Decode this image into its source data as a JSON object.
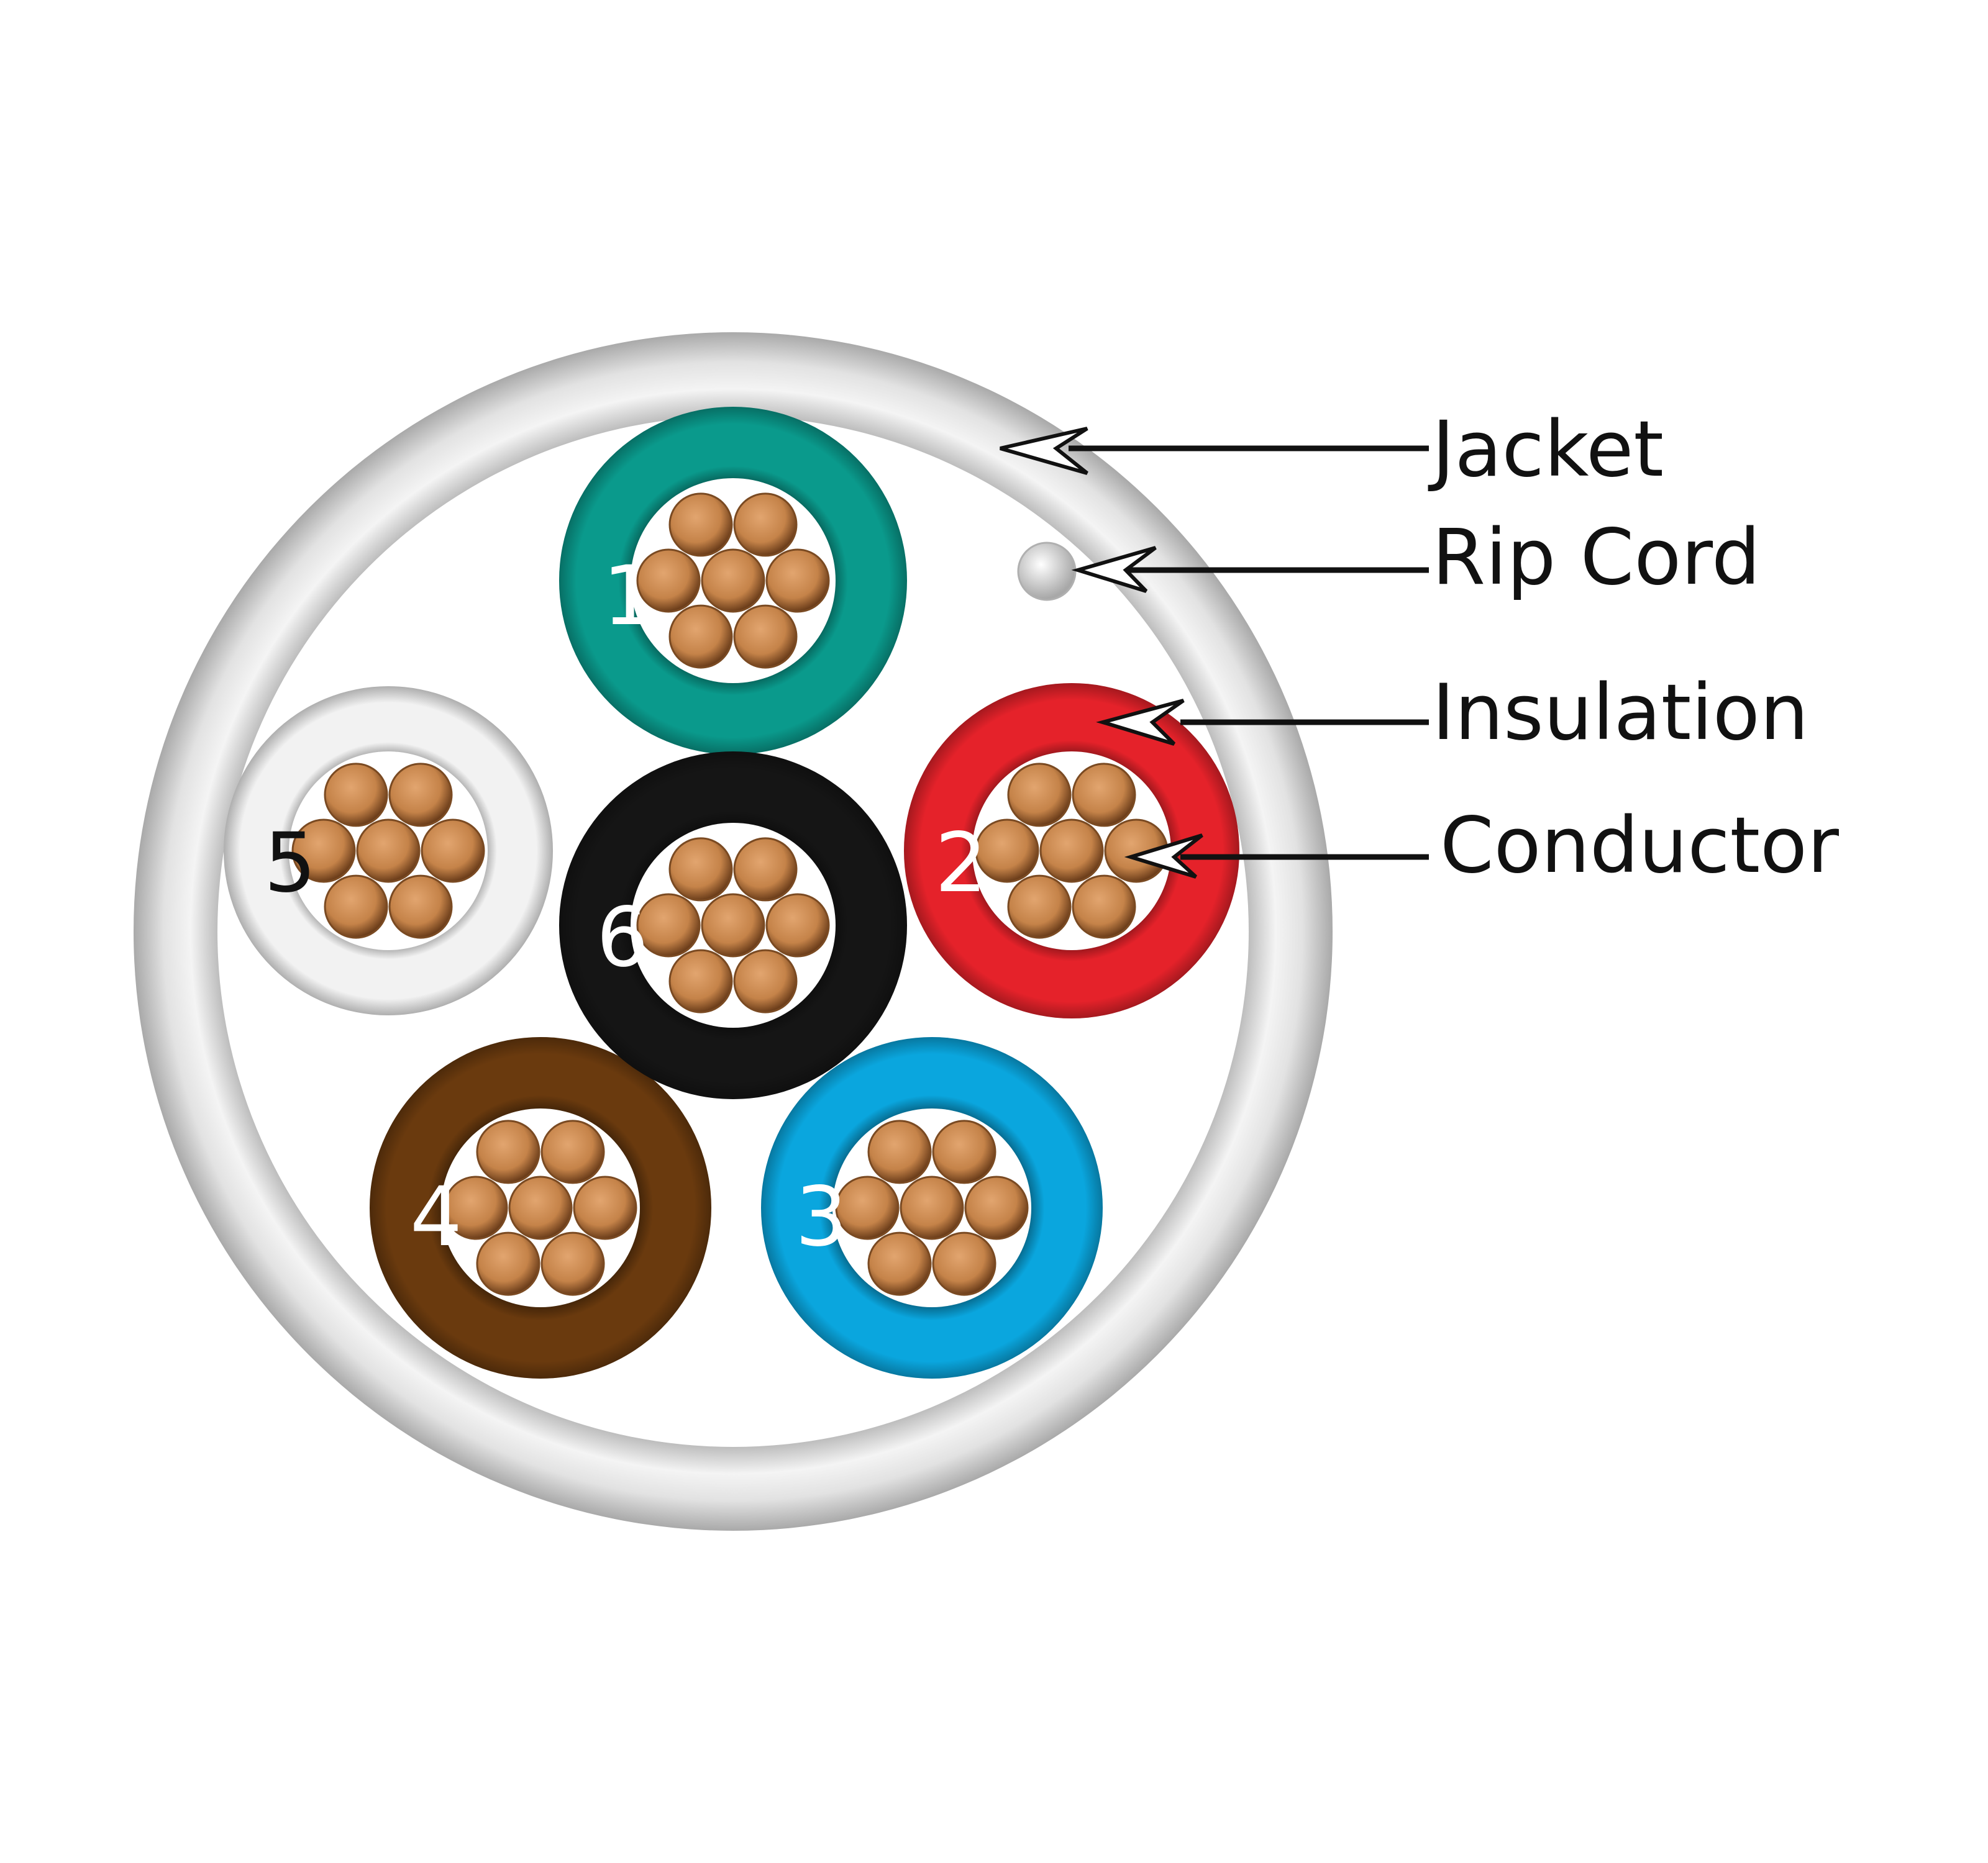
{
  "callouts": {
    "jacket": "Jacket",
    "rip_cord": "Rip Cord",
    "insulation": "Insulation",
    "conductor": "Conductor"
  },
  "wires": [
    {
      "number": "1",
      "color": "#0a9a8c",
      "label_color": "#ffffff"
    },
    {
      "number": "2",
      "color": "#e5222a",
      "label_color": "#ffffff"
    },
    {
      "number": "3",
      "color": "#0aa6de",
      "label_color": "#ffffff"
    },
    {
      "number": "4",
      "color": "#6a3a0e",
      "label_color": "#ffffff"
    },
    {
      "number": "5",
      "color": "#f2f2f2",
      "label_color": "#111111"
    },
    {
      "number": "6",
      "color": "#151515",
      "label_color": "#ffffff"
    }
  ],
  "colors": {
    "jacket": "#eeeeee",
    "conductor": "#c58349",
    "rip_cord": "#dddddd"
  }
}
